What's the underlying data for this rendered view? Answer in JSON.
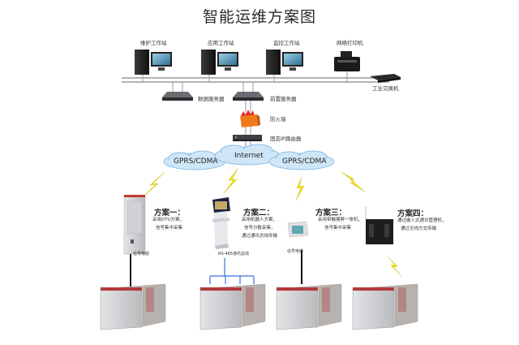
{
  "title": "智能运维方案图",
  "workstations": [
    {
      "label": "维护工作站"
    },
    {
      "label": "应用工作站"
    },
    {
      "label": "监控工作站"
    }
  ],
  "printer": {
    "label": "网络打印机"
  },
  "switch": {
    "label": "工业交换机"
  },
  "servers": [
    {
      "label": "数据服务器"
    },
    {
      "label": "前置服务器"
    }
  ],
  "firewall": {
    "label": "防火墙"
  },
  "router": {
    "label": "固态IP路由器"
  },
  "clouds": [
    {
      "label": "GPRS/CDMA"
    },
    {
      "label": "Internet"
    },
    {
      "label": "GPRS/CDMA"
    }
  ],
  "plans": [
    {
      "title": "方案一：",
      "desc": [
        "采用DTU方案，",
        "信号集中采集"
      ],
      "cable_label": "信号电缆"
    },
    {
      "title": "方案二：",
      "desc": [
        "采用机器人方案，",
        "信号分散采集，",
        "通过通讯总线传输"
      ],
      "cable_label": "RS-485通讯总线"
    },
    {
      "title": "方案三：",
      "desc": [
        "采用带触摸屏一体机，",
        "信号集中采集"
      ],
      "cable_label": "信号电缆"
    },
    {
      "title": "方案四：",
      "desc": [
        "通过嵌入式通讯管理机，",
        "通过无线方式传输"
      ]
    }
  ],
  "colors": {
    "bus_line": "#9a9a9a",
    "cloud_fill": "#cfe6f7",
    "cloud_stroke": "#8cbfe3",
    "lightning": "#f2e200",
    "rs485": "#3b6fd8",
    "firewall": "#f07a1a",
    "cabinet": "#d9dadc"
  }
}
